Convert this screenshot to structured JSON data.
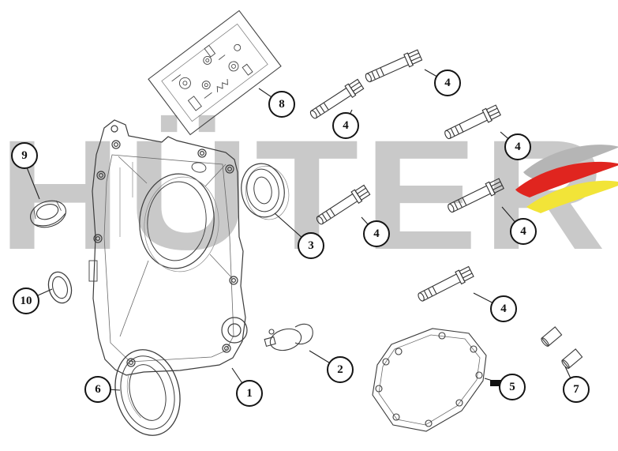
{
  "watermark": {
    "text": "HÜTER",
    "color": "#c9c9c9"
  },
  "logo": {
    "name": "brand-swoosh-logo",
    "gray": "#b5b5b5",
    "red": "#e0251f",
    "yellow": "#f2e438"
  },
  "line_color": "#3c3c3c",
  "callouts": [
    {
      "label": "8"
    },
    {
      "label": "4"
    },
    {
      "label": "4"
    },
    {
      "label": "4"
    },
    {
      "label": "4"
    },
    {
      "label": "4"
    },
    {
      "label": "4"
    },
    {
      "label": "9"
    },
    {
      "label": "10"
    },
    {
      "label": "3"
    },
    {
      "label": "2"
    },
    {
      "label": "1"
    },
    {
      "label": "6"
    },
    {
      "label": "5"
    },
    {
      "label": "7"
    }
  ]
}
